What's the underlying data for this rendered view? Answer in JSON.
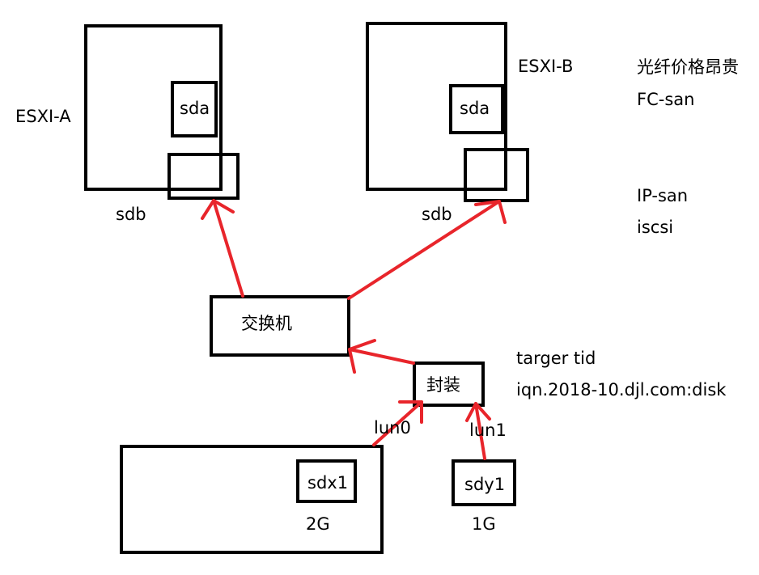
{
  "hosts": {
    "a": {
      "name": "ESXI-A",
      "local_disk": "sda",
      "shared_disk": "sdb"
    },
    "b": {
      "name": "ESXI-B",
      "local_disk": "sda",
      "shared_disk": "sdb"
    }
  },
  "notes": {
    "fc_line1": "光纤价格昂贵",
    "fc_line2": "FC-san",
    "ip_line1": "IP-san",
    "ip_line2": "iscsi"
  },
  "switch": {
    "label": "交换机"
  },
  "encapsulation": {
    "label": "封装",
    "target_line1": "targer tid",
    "target_line2": "iqn.2018-10.djl.com:disk"
  },
  "storage": {
    "disk1": {
      "partition": "sdx1",
      "size": "2G",
      "lun": "lun0"
    },
    "disk2": {
      "partition": "sdy1",
      "size": "1G",
      "lun": "lun1"
    }
  },
  "colors": {
    "arrow": "#e8252b",
    "outline": "#000000"
  }
}
